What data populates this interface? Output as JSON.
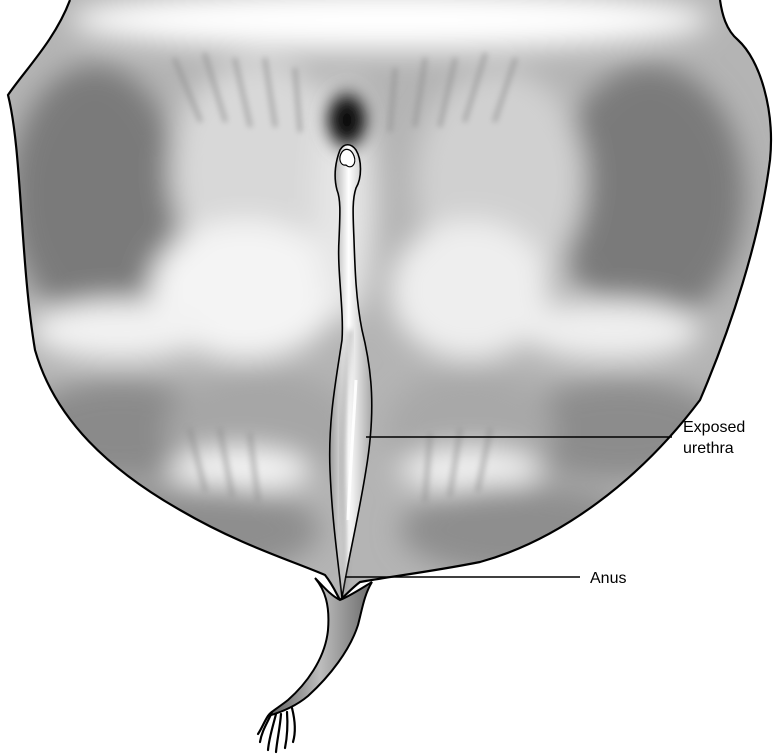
{
  "labels": {
    "urethra_line1": "Exposed",
    "urethra_line2": "urethra",
    "anus": "Anus"
  },
  "colors": {
    "outline": "#000000",
    "tissue_light": "#ffffff",
    "tissue_mid": "#9a9a9a",
    "tissue_dark": "#6e6e6e",
    "opening": "#0a0a0a"
  }
}
